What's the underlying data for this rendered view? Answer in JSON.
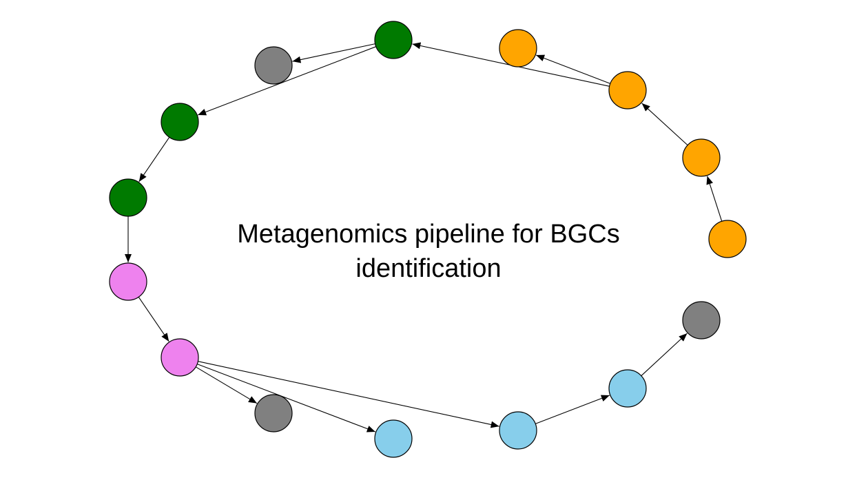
{
  "title": {
    "line1": "Metagenomics pipeline for BGCs",
    "line2": "identification"
  },
  "colors": {
    "green": "#007a00",
    "gray": "#808080",
    "orange": "#ffa500",
    "pink": "#ee82ee",
    "lightblue": "#87ceeb",
    "edge": "#000000"
  },
  "nodes": [
    {
      "id": "green-top",
      "color": "green"
    },
    {
      "id": "gray-top",
      "color": "gray"
    },
    {
      "id": "green-left-upper",
      "color": "green"
    },
    {
      "id": "green-left-lower",
      "color": "green"
    },
    {
      "id": "pink-upper",
      "color": "pink"
    },
    {
      "id": "pink-lower",
      "color": "pink"
    },
    {
      "id": "gray-bottom-left",
      "color": "gray"
    },
    {
      "id": "blue-bottom-left",
      "color": "lightblue"
    },
    {
      "id": "blue-bottom-mid",
      "color": "lightblue"
    },
    {
      "id": "blue-bottom-right",
      "color": "lightblue"
    },
    {
      "id": "gray-right",
      "color": "gray"
    },
    {
      "id": "orange-top",
      "color": "orange"
    },
    {
      "id": "orange-upper",
      "color": "orange"
    },
    {
      "id": "orange-mid",
      "color": "orange"
    },
    {
      "id": "orange-bottom",
      "color": "orange"
    }
  ],
  "edges": [
    {
      "from": "orange-bottom",
      "to": "orange-mid"
    },
    {
      "from": "orange-mid",
      "to": "orange-upper"
    },
    {
      "from": "orange-upper",
      "to": "orange-top"
    },
    {
      "from": "orange-upper",
      "to": "green-top"
    },
    {
      "from": "green-top",
      "to": "gray-top"
    },
    {
      "from": "green-top",
      "to": "green-left-upper"
    },
    {
      "from": "green-left-upper",
      "to": "green-left-lower"
    },
    {
      "from": "green-left-lower",
      "to": "pink-upper"
    },
    {
      "from": "pink-upper",
      "to": "pink-lower"
    },
    {
      "from": "pink-lower",
      "to": "gray-bottom-left"
    },
    {
      "from": "pink-lower",
      "to": "blue-bottom-left"
    },
    {
      "from": "pink-lower",
      "to": "blue-bottom-mid"
    },
    {
      "from": "blue-bottom-mid",
      "to": "blue-bottom-right"
    },
    {
      "from": "blue-bottom-right",
      "to": "gray-right"
    }
  ]
}
